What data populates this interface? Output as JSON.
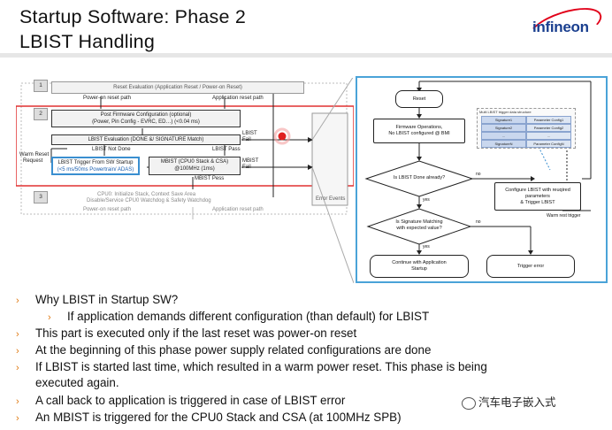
{
  "header": {
    "title_line1": "Startup Software: Phase 2",
    "title_line2": "LBIST Handling",
    "logo_text": "infineon"
  },
  "left_diagram": {
    "step1": "1",
    "step2": "2",
    "step3": "3",
    "reset_eval": "Reset Evaluation (Application Reset / Power-on Reset)",
    "power_on_path": "Power-on reset path",
    "app_reset_path": "Application reset path",
    "post_fw_line1": "Post Firmware Configuration (optional)",
    "post_fw_line2": "(Power, Pin Config - EVRC, ED…) (<0.04 ms)",
    "lbist_eval": "LBIST Evaluation (DONE &/ SIGNATURE Match)",
    "lbist_not_done": "LBIST Not Done",
    "lbist_pass": "LBIST Pass",
    "lbist_fail_1": "LBIST",
    "lbist_fail_2": "Fail",
    "warm_reset_1": "Warm Reset",
    "warm_reset_2": "Request",
    "lbist_trigger_1": "LBIST Trigger From SW Startup",
    "lbist_trigger_2": "(<5 ms/50ms Powertrain/ ADAS)",
    "mbist_1": "MBIST (CPU0 Stack & CSA)",
    "mbist_2": "@100MHz (1ms)",
    "mbist_fail_1": "MBIST",
    "mbist_fail_2": "Fail",
    "mbist_pess": "MBIST Pess",
    "cpu0_line1": "CPU0: Initialize Stack, Context Save Area",
    "cpu0_line2": "Disable/Service CPU0 Watchdog & Safety Watchdog",
    "power_on_path_2": "Power-on reset path",
    "app_reset_path_2": "Application reset path",
    "error_events": "Error Events"
  },
  "flowchart": {
    "reset": "Reset",
    "fw_ops_1": "Firmware Operations,",
    "fw_ops_2": "No LBIST configured @ BMI",
    "lbist_done_q": "Is LBIST Done already?",
    "yes1": "yes",
    "no1": "no",
    "sig_match_1": "Is Signature Matching",
    "sig_match_2": "with expected value?",
    "yes2": "yes",
    "no2": "no",
    "continue_1": "Continue with Application",
    "continue_2": "Startup",
    "trigger_error": "Trigger error",
    "configure_1": "Configure LBIST with reuqired",
    "configure_2": "parameters",
    "configure_3": "& Trigger LBIST",
    "warm_reset_trigger": "Warm rest trigger",
    "multi_lbist_title": "Multi LBIST trigger data structure",
    "table_rows": [
      [
        "Signature1",
        "Parameter Config1"
      ],
      [
        "Signature2",
        "Parameter Config2"
      ],
      [
        "...",
        "..."
      ],
      [
        "SignatureN",
        "Parameter ConfigN"
      ]
    ]
  },
  "bullets": [
    {
      "level": 1,
      "text": "Why LBIST in Startup SW?"
    },
    {
      "level": 2,
      "text": "If application demands different configuration (than default) for LBIST"
    },
    {
      "level": 1,
      "text": "This part is executed only if the last reset was power-on reset"
    },
    {
      "level": 1,
      "text": "At the beginning of this phase power supply related configurations are done"
    },
    {
      "level": 1,
      "text": "If LBIST is started last time, which resulted in a warm power reset. This phase is being"
    },
    {
      "level": 0,
      "text": "executed again."
    },
    {
      "level": 1,
      "text": "A call back to application is triggered in case of LBIST error"
    },
    {
      "level": 1,
      "text": "An MBIST is triggered for the CPU0 Stack and CSA (at 100MHz SPB)"
    }
  ],
  "watermark": "汽车电子嵌入式",
  "colors": {
    "accent_red": "#e10019",
    "highlight_blue": "#4aa3d8",
    "bullet_orange": "#e07a12",
    "logo_blue": "#1a3f8f"
  }
}
